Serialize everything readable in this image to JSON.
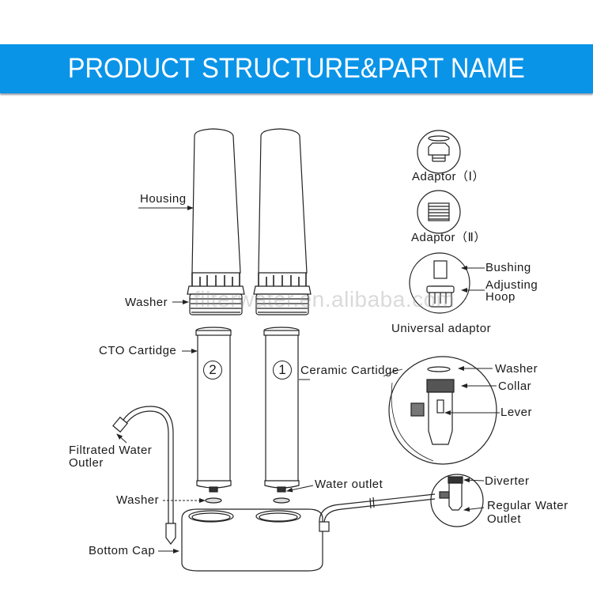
{
  "header": {
    "title": "PRODUCT STRUCTURE&PART NAME",
    "background_color": "#0a94e8",
    "text_color": "#ffffff"
  },
  "watermark": "filterwater.en.alibaba.com",
  "main_assembly": {
    "labels": {
      "housing": "Housing",
      "washer_top": "Washer",
      "cto_cartridge": "CTO Cartidge",
      "ceramic_cartridge": "Ceramic Cartidge",
      "filtrated_water_outlet": "Filtrated Water\nOutler",
      "filtrated_water_outlet_line1": "Filtrated Water",
      "filtrated_water_outlet_line2": "Outler",
      "washer_bottom": "Washer",
      "water_outlet": "Water outlet",
      "bottom_cap": "Bottom Cap"
    },
    "cartridge_numbers": {
      "cto": "2",
      "ceramic": "1"
    }
  },
  "accessories": {
    "adaptor_1": "Adaptor（Ⅰ）",
    "adaptor_2": "Adaptor（Ⅱ）",
    "bushing": "Bushing",
    "adjusting_hoop_line1": "Adjusting",
    "adjusting_hoop_line2": "Hoop",
    "universal_adaptor": "Universal adaptor"
  },
  "diverter_detail": {
    "washer": "Washer",
    "collar": "Collar",
    "lever": "Lever"
  },
  "faucet_detail": {
    "diverter": "Diverter",
    "regular_water_outlet_line1": "Regular Water",
    "regular_water_outlet_line2": "Outlet"
  }
}
